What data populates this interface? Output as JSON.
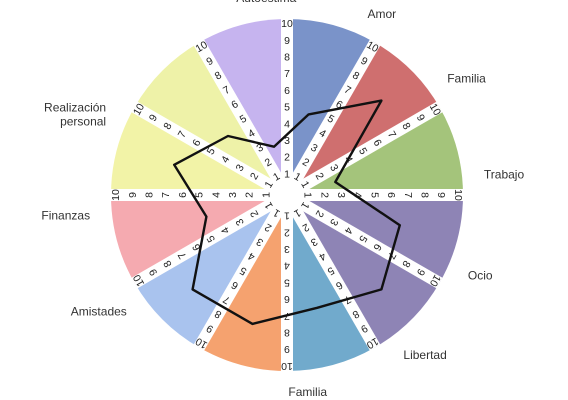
{
  "chart_data": {
    "type": "radar",
    "scale": {
      "min": 0,
      "max": 10,
      "ticks": [
        1,
        2,
        3,
        4,
        5,
        6,
        7,
        8,
        9,
        10
      ]
    },
    "segments": [
      {
        "label": "Amor",
        "color": "#7a93c9",
        "value": 5
      },
      {
        "label": "Familia",
        "color": "#cf6f6f",
        "value": 8
      },
      {
        "label": "Trabajo",
        "color": "#a4c47b",
        "value": 3
      },
      {
        "label": "Ocio",
        "color": "#8e84b5",
        "value": 7
      },
      {
        "label": "Libertad",
        "color": "#8e84b5",
        "value": 8
      },
      {
        "label": "Familia",
        "color": "#71aacc",
        "value": 7
      },
      {
        "label": "",
        "color": "#f5a26f",
        "value": 8
      },
      {
        "label": "Amistades",
        "color": "#a9c3ee",
        "value": 8
      },
      {
        "label": "Finanzas",
        "color": "#f5aab0",
        "value": 5
      },
      {
        "label": "Realización personal",
        "color": "#f2f3a7",
        "value": 7
      },
      {
        "label": "",
        "color": "#eef2a8",
        "value": 5
      },
      {
        "label": "Autoestima",
        "color": "#c6b4ef",
        "value": 3
      }
    ],
    "line_color": "#111111"
  }
}
